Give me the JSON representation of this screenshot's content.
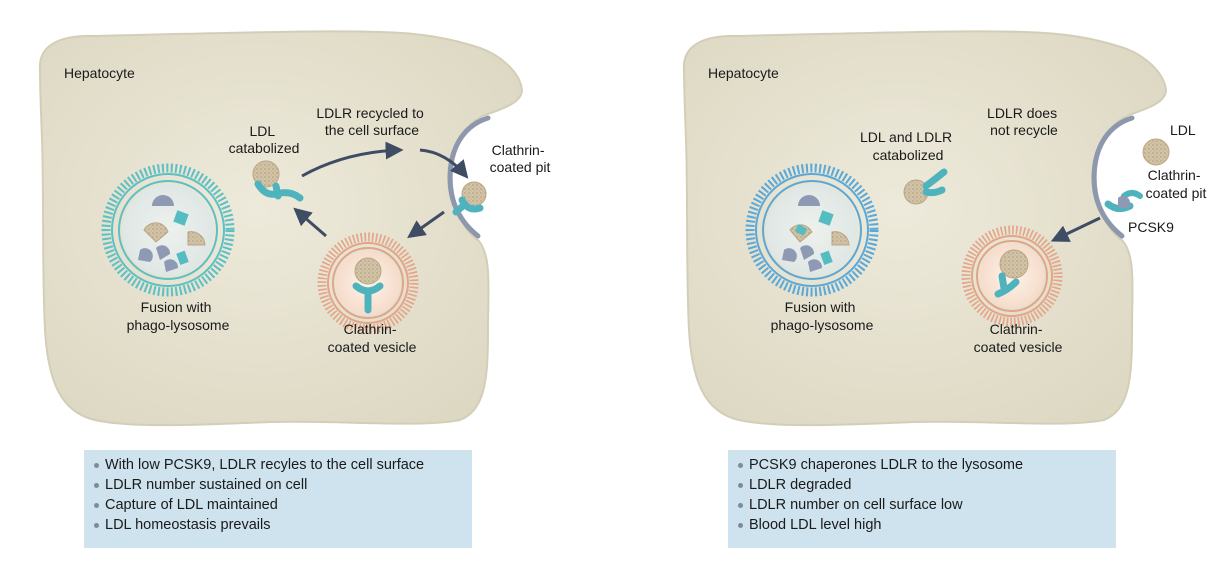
{
  "left_panel": {
    "cell_label": "Hepatocyte",
    "recycle_label": [
      "LDLR recycled to",
      "the cell surface"
    ],
    "ldl_catabolized_label": [
      "LDL",
      "catabolized"
    ],
    "pit_label": [
      "Clathrin-",
      "coated pit"
    ],
    "vesicle_label": [
      "Clathrin-",
      "coated vesicle"
    ],
    "lysosome_label": [
      "Fusion with",
      "phago-lysosome"
    ],
    "info": [
      "With low PCSK9, LDLR recyles to the cell surface",
      "LDLR number sustained on cell",
      "Capture of LDL maintained",
      "LDL homeostasis prevails"
    ]
  },
  "right_panel": {
    "cell_label": "Hepatocyte",
    "no_recycle_label": [
      "LDLR does",
      "not recycle"
    ],
    "catabolized_label": [
      "LDL and LDLR",
      "catabolized"
    ],
    "ldl_label": "LDL",
    "pit_label": [
      "Clathrin-",
      "coated pit"
    ],
    "pcsk9_label": "PCSK9",
    "vesicle_label": [
      "Clathrin-",
      "coated vesicle"
    ],
    "lysosome_label": [
      "Fusion with",
      "phago-lysosome"
    ],
    "info": [
      "PCSK9 chaperones LDLR to the lysosome",
      "LDLR degraded",
      "LDLR number on cell surface low",
      "Blood LDL level high"
    ]
  },
  "colors": {
    "cell_fill": "#e8e4d2",
    "cell_stroke": "#d6d1ba",
    "lysosome_left": "#5cc0c4",
    "lysosome_right": "#5aa8d8",
    "receptor": "#4fb3bd",
    "ldl": "#cdbfa2",
    "vesicle_coat": "#e3a488",
    "membrane_pit": "#8d97ad",
    "arrow": "#3e4d63",
    "info_box": "#cfe3ee"
  }
}
